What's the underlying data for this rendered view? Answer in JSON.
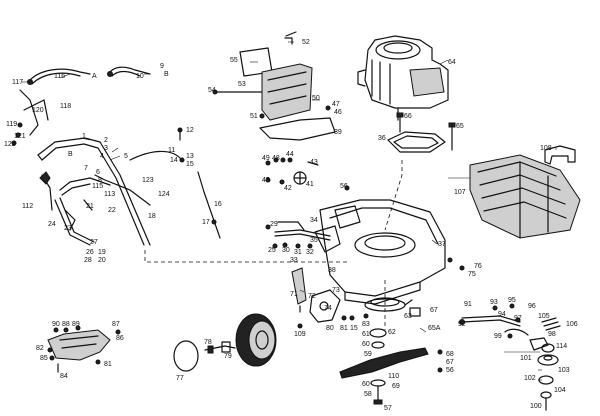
{
  "diagram": {
    "callouts": [
      {
        "id": "c117",
        "text": "117"
      },
      {
        "id": "c116",
        "text": "116"
      },
      {
        "id": "cA1",
        "text": "A"
      },
      {
        "id": "c10",
        "text": "10"
      },
      {
        "id": "c9",
        "text": "9"
      },
      {
        "id": "cB1",
        "text": "B"
      },
      {
        "id": "c118",
        "text": "118"
      },
      {
        "id": "c120",
        "text": "120"
      },
      {
        "id": "c119",
        "text": "119"
      },
      {
        "id": "c121",
        "text": "121"
      },
      {
        "id": "c122",
        "text": "122"
      },
      {
        "id": "c1",
        "text": "1"
      },
      {
        "id": "c2",
        "text": "2"
      },
      {
        "id": "cB2",
        "text": "B"
      },
      {
        "id": "c3",
        "text": "3"
      },
      {
        "id": "c4",
        "text": "4"
      },
      {
        "id": "c5",
        "text": "5"
      },
      {
        "id": "c7",
        "text": "7"
      },
      {
        "id": "c6",
        "text": "6"
      },
      {
        "id": "c8",
        "text": "8"
      },
      {
        "id": "c115",
        "text": "115"
      },
      {
        "id": "c112",
        "text": "112"
      },
      {
        "id": "c113",
        "text": "113"
      },
      {
        "id": "c123",
        "text": "123"
      },
      {
        "id": "c124",
        "text": "124"
      },
      {
        "id": "c18",
        "text": "18"
      },
      {
        "id": "c24",
        "text": "24"
      },
      {
        "id": "c23",
        "text": "23"
      },
      {
        "id": "c22",
        "text": "22"
      },
      {
        "id": "c21",
        "text": "21"
      },
      {
        "id": "c27",
        "text": "27"
      },
      {
        "id": "c26",
        "text": "26"
      },
      {
        "id": "c28",
        "text": "28"
      },
      {
        "id": "c19",
        "text": "19"
      },
      {
        "id": "c20",
        "text": "20"
      },
      {
        "id": "c12",
        "text": "12"
      },
      {
        "id": "c11",
        "text": "11"
      },
      {
        "id": "c13",
        "text": "13"
      },
      {
        "id": "c14",
        "text": "14"
      },
      {
        "id": "c15",
        "text": "15"
      },
      {
        "id": "c16",
        "text": "16"
      },
      {
        "id": "c17",
        "text": "17"
      },
      {
        "id": "c55",
        "text": "55"
      },
      {
        "id": "c52",
        "text": "52"
      },
      {
        "id": "c53",
        "text": "53"
      },
      {
        "id": "c54",
        "text": "54"
      },
      {
        "id": "c50",
        "text": "50"
      },
      {
        "id": "c51",
        "text": "51"
      },
      {
        "id": "c47",
        "text": "47"
      },
      {
        "id": "c46",
        "text": "46"
      },
      {
        "id": "c39",
        "text": "39"
      },
      {
        "id": "c49",
        "text": "49"
      },
      {
        "id": "c48",
        "text": "48"
      },
      {
        "id": "c44",
        "text": "44"
      },
      {
        "id": "c43",
        "text": "43"
      },
      {
        "id": "c45",
        "text": "45"
      },
      {
        "id": "c42",
        "text": "42"
      },
      {
        "id": "c41",
        "text": "41"
      },
      {
        "id": "c64",
        "text": "64"
      },
      {
        "id": "c66",
        "text": "66"
      },
      {
        "id": "c65",
        "text": "65"
      },
      {
        "id": "c36",
        "text": "36"
      },
      {
        "id": "c108",
        "text": "108"
      },
      {
        "id": "c107",
        "text": "107"
      },
      {
        "id": "c56",
        "text": "56"
      },
      {
        "id": "c34",
        "text": "34"
      },
      {
        "id": "c29",
        "text": "29"
      },
      {
        "id": "c35",
        "text": "35"
      },
      {
        "id": "c37",
        "text": "37"
      },
      {
        "id": "c25",
        "text": "25"
      },
      {
        "id": "c30",
        "text": "30"
      },
      {
        "id": "c31",
        "text": "31"
      },
      {
        "id": "c32",
        "text": "32"
      },
      {
        "id": "c38",
        "text": "38"
      },
      {
        "id": "c33",
        "text": "33"
      },
      {
        "id": "c76",
        "text": "76"
      },
      {
        "id": "c75",
        "text": "75"
      },
      {
        "id": "c71",
        "text": "71"
      },
      {
        "id": "c72",
        "text": "72"
      },
      {
        "id": "c73",
        "text": "73"
      },
      {
        "id": "c74",
        "text": "74"
      },
      {
        "id": "c80",
        "text": "80"
      },
      {
        "id": "c81",
        "text": "81"
      },
      {
        "id": "c15b",
        "text": "15"
      },
      {
        "id": "c83",
        "text": "83"
      },
      {
        "id": "c63",
        "text": "63"
      },
      {
        "id": "c67",
        "text": "67"
      },
      {
        "id": "c65A",
        "text": "65A"
      },
      {
        "id": "c62",
        "text": "62"
      },
      {
        "id": "c61",
        "text": "61"
      },
      {
        "id": "c60",
        "text": "60"
      },
      {
        "id": "c59",
        "text": "59"
      },
      {
        "id": "c60b",
        "text": "60"
      },
      {
        "id": "c58",
        "text": "58"
      },
      {
        "id": "c57",
        "text": "57"
      },
      {
        "id": "c68",
        "text": "68"
      },
      {
        "id": "c67b",
        "text": "67"
      },
      {
        "id": "c56b",
        "text": "56"
      },
      {
        "id": "c110",
        "text": "110"
      },
      {
        "id": "c69",
        "text": "69"
      },
      {
        "id": "c109",
        "text": "109"
      },
      {
        "id": "c79",
        "text": "79"
      },
      {
        "id": "c78",
        "text": "78"
      },
      {
        "id": "c77",
        "text": "77"
      },
      {
        "id": "c91",
        "text": "91"
      },
      {
        "id": "c93",
        "text": "93"
      },
      {
        "id": "c95",
        "text": "95"
      },
      {
        "id": "c96",
        "text": "96"
      },
      {
        "id": "c92",
        "text": "92"
      },
      {
        "id": "c94",
        "text": "94"
      },
      {
        "id": "c97",
        "text": "97"
      },
      {
        "id": "c105",
        "text": "105"
      },
      {
        "id": "c106",
        "text": "106"
      },
      {
        "id": "c99",
        "text": "99"
      },
      {
        "id": "c98",
        "text": "98"
      },
      {
        "id": "c114",
        "text": "114"
      },
      {
        "id": "c101",
        "text": "101"
      },
      {
        "id": "c103",
        "text": "103"
      },
      {
        "id": "c102",
        "text": "102"
      },
      {
        "id": "c104",
        "text": "104"
      },
      {
        "id": "c100",
        "text": "100"
      },
      {
        "id": "c90",
        "text": "90"
      },
      {
        "id": "c88",
        "text": "88"
      },
      {
        "id": "c89",
        "text": "89"
      },
      {
        "id": "c87",
        "text": "87"
      },
      {
        "id": "c86",
        "text": "86"
      },
      {
        "id": "c82",
        "text": "82"
      },
      {
        "id": "c85",
        "text": "85"
      },
      {
        "id": "c84",
        "text": "84"
      },
      {
        "id": "c81b",
        "text": "81"
      }
    ]
  }
}
